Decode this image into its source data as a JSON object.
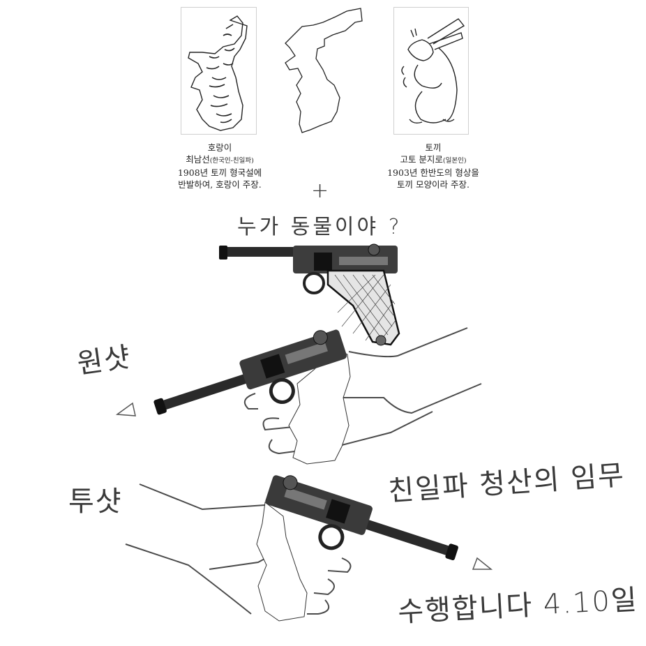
{
  "panels": {
    "tiger": {
      "icon": "tiger-shaped-korea-map",
      "title": "호랑이",
      "author": "최남선",
      "author_note": "(한국인-친일파)",
      "line1": "1908년 토끼 형국설에",
      "line2": "반발하여, 호랑이 주장."
    },
    "map": {
      "icon": "korea-peninsula-outline"
    },
    "rabbit": {
      "icon": "rabbit-shaped-korea-map",
      "title": "토끼",
      "author": "고토 분지로",
      "author_note": "(일본인)",
      "line1": "1903년 한반도의 형상을",
      "line2": "토끼 모양이라 주장."
    }
  },
  "handwriting": {
    "plus": "+",
    "question": "누가 동물이야 ?",
    "one_shot": "원샷",
    "two_shot": "투샷",
    "mission": "친일파 청산의 임무",
    "perform": "수행합니다 4.10일"
  },
  "illustrations": {
    "pistol_top": "luger-pistol-icon",
    "pistol_left": "luger-pistol-held-by-korea-hand",
    "pistol_right": "luger-pistol-held-by-korea-hand-mirrored"
  },
  "colors": {
    "ink": "#222222",
    "pencil": "#3a3a3a",
    "frame": "#cfcfcf",
    "gun_dark": "#1e1e1e",
    "gun_mid": "#5a5a5a"
  }
}
